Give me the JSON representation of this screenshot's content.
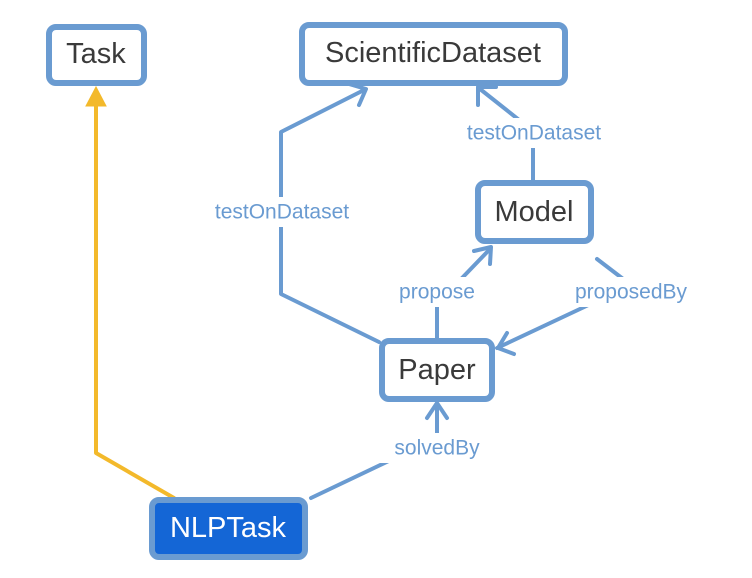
{
  "nodes": {
    "task": "Task",
    "scientific_dataset": "ScientificDataset",
    "model": "Model",
    "paper": "Paper",
    "nlp_task": "NLPTask"
  },
  "edges": {
    "model_test_on_dataset": "testOnDataset",
    "paper_test_on_dataset": "testOnDataset",
    "paper_propose": "propose",
    "model_proposed_by": "proposedBy",
    "nlptask_solved_by": "solvedBy"
  },
  "colors": {
    "node_border": "#6a9bd1",
    "node_text": "#3a3a3a",
    "highlight_fill": "#1466d6",
    "highlight_text": "#ffffff",
    "edge": "#6a9bd1",
    "subclass_edge": "#f3b92b",
    "edge_label": "#6a9bd1"
  }
}
